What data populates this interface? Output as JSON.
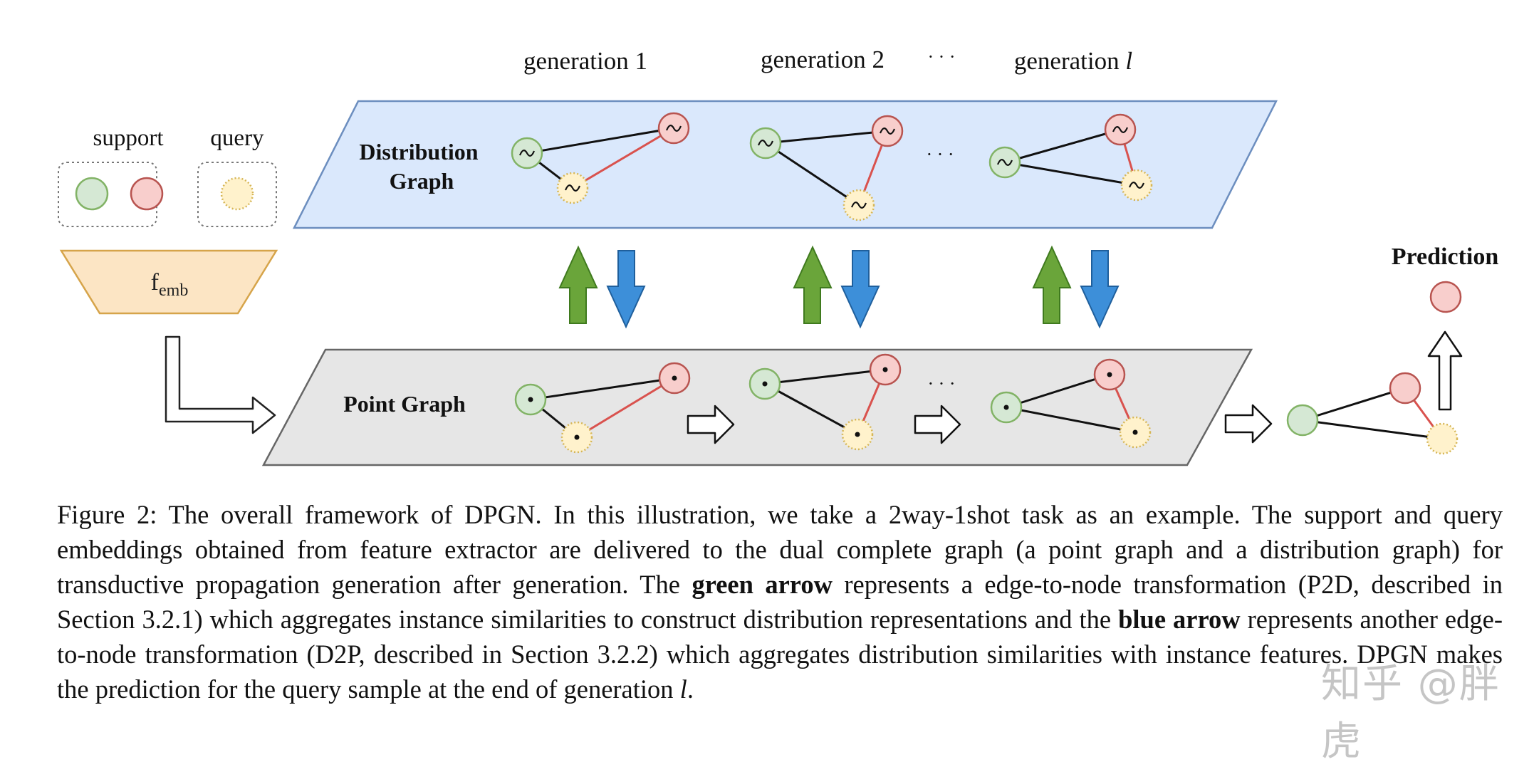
{
  "figure": {
    "generation_labels": {
      "g1": "generation 1",
      "g2": "generation 2",
      "dots": "· · ·",
      "gl_prefix": "generation ",
      "gl_var": "l"
    },
    "input": {
      "support_label": "support",
      "query_label": "query",
      "emb_label": "f",
      "emb_sub": "emb"
    },
    "distribution_graph": {
      "line1": "Distribution",
      "line2": "Graph"
    },
    "point_graph": {
      "label": "Point Graph"
    },
    "inner_dots": "· · ·",
    "prediction_label": "Prediction",
    "colors": {
      "green_node": "#d5e8d4",
      "red_node": "#f8cecc",
      "query_node": "#fff2cc",
      "dist_plane": "#dae8fc",
      "point_plane": "#e6e6e6",
      "green_arrow": "#6aa53a",
      "blue_arrow": "#3d8fd9",
      "emb_box": "#fce5c4"
    }
  },
  "caption": {
    "p1": "Figure 2: The overall framework of DPGN. In this illustration, we take a 2way-1shot task as an example. The support and query embeddings obtained from feature extractor are delivered to the dual complete graph (a point graph and a distribution graph) for transductive propagation generation after generation. The ",
    "b1": "green arrow",
    "p2": " represents a edge-to-node transformation (P2D, described in Section 3.2.1) which aggregates instance similarities to construct distribution representations and the ",
    "b2": "blue arrow",
    "p3": " represents another edge-to-node transformation (D2P, described in Section 3.2.2) which aggregates distribution similarities with instance features. DPGN makes the prediction for the query sample at the end of generation ",
    "var": "l",
    "end": "."
  },
  "watermark": "知乎 @胖虎"
}
